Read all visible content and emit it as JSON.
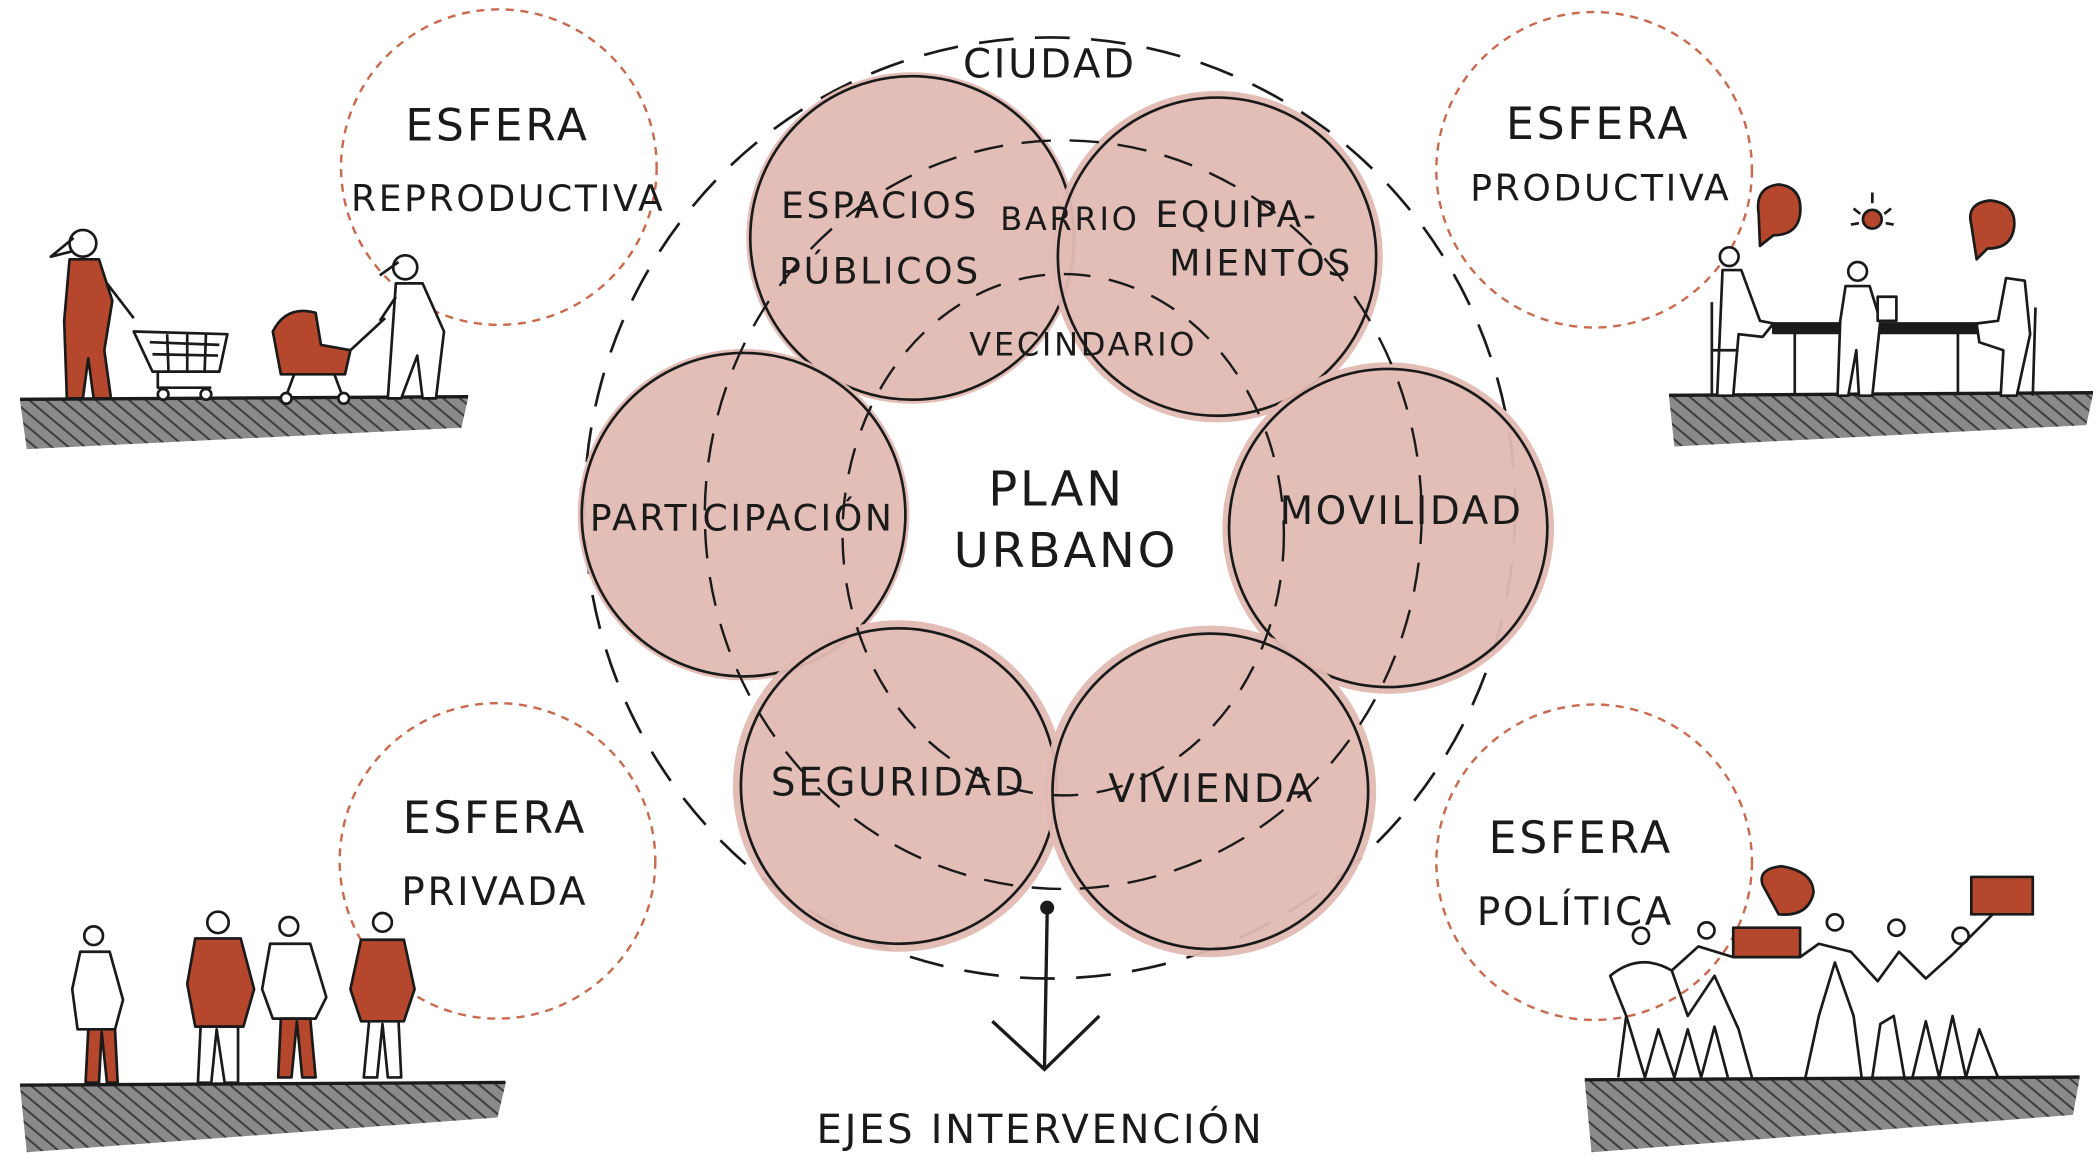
{
  "colors": {
    "accent": "#b5472c",
    "bubble_fill": "#e2bbb3",
    "bubble_edge": "#d6a196",
    "ink": "#1a1a1a",
    "ground": "#6a6a6a",
    "dash_orange": "#c96a4f"
  },
  "diagram": {
    "center": {
      "line1": "PLAN",
      "line2": "URBANO"
    },
    "outer_label": "CIUDAD",
    "axes_title": "EJES INTERVENCIÓN",
    "inner_labels": {
      "barrio": "BARRIO",
      "vecindario": "VECINDARIO"
    },
    "circles": {
      "espacios": {
        "line1": "ESPACIOS",
        "line2": "PÚBLICOS"
      },
      "equipamientos": {
        "line1": "EQUIPA-",
        "line2": "MIENTOS"
      },
      "participacion": "PARTICIPACIÓN",
      "movilidad": "MOVILIDAD",
      "seguridad": "SEGURIDAD",
      "vivienda": "VIVIENDA"
    }
  },
  "spheres": {
    "reproductiva": {
      "line1": "ESFERA",
      "line2": "REPRODUCTIVA"
    },
    "productiva": {
      "line1": "ESFERA",
      "line2": "PRODUCTIVA"
    },
    "privada": {
      "line1": "ESFERA",
      "line2": "PRIVADA"
    },
    "politica": {
      "line1": "ESFERA",
      "line2": "POLÍTICA"
    }
  },
  "icons": {
    "reproductiva": "care-work-figures-icon",
    "productiva": "office-meeting-icon",
    "privada": "people-walking-icon",
    "politica": "protest-crowd-icon"
  }
}
